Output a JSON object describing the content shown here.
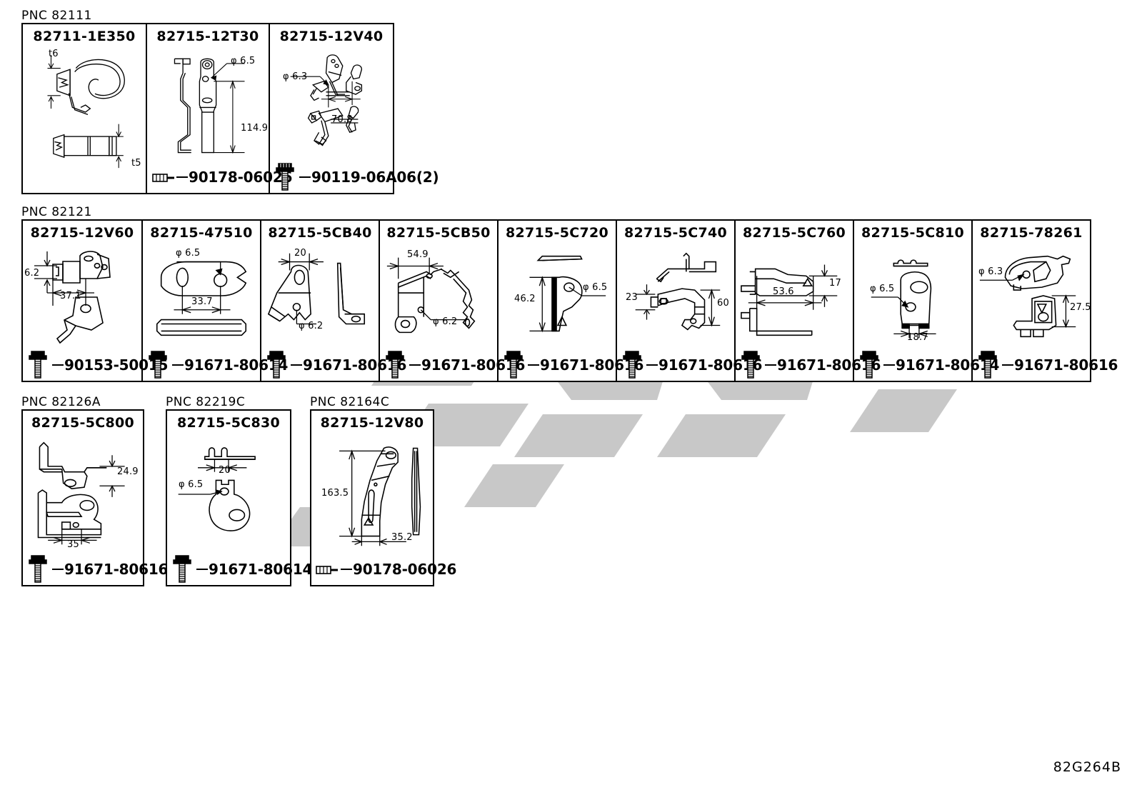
{
  "sheet": {
    "code": "82G264B",
    "watermark_color": "#c8c8c8"
  },
  "groups": [
    {
      "pnc": "PNC 82111",
      "cells": [
        {
          "part_no": "82711-1E350",
          "fastener": null,
          "fastener_icon": null,
          "dims": [
            "t6",
            "t5"
          ]
        },
        {
          "part_no": "82715-12T30",
          "fastener": "90178-06026",
          "fastener_icon": "clip-icon",
          "dims": [
            "φ 6.5",
            "114.9"
          ]
        },
        {
          "part_no": "82715-12V40",
          "fastener": "90119-06A06(2)",
          "fastener_icon": "bolt-icon",
          "dims": [
            "φ 6.3",
            "70.8"
          ]
        }
      ]
    },
    {
      "pnc": "PNC 82121",
      "cells": [
        {
          "part_no": "82715-12V60",
          "fastener": "90153-50015",
          "fastener_icon": "bolt-icon",
          "dims": [
            "6.2",
            "37.1"
          ]
        },
        {
          "part_no": "82715-47510",
          "fastener": "91671-80614",
          "fastener_icon": "bolt-icon",
          "dims": [
            "φ 6.5",
            "33.7"
          ]
        },
        {
          "part_no": "82715-5CB40",
          "fastener": "91671-80616",
          "fastener_icon": "bolt-icon",
          "dims": [
            "20",
            "φ 6.2"
          ]
        },
        {
          "part_no": "82715-5CB50",
          "fastener": "91671-80616",
          "fastener_icon": "bolt-icon",
          "dims": [
            "54.9",
            "φ 6.2"
          ]
        },
        {
          "part_no": "82715-5C720",
          "fastener": "91671-80616",
          "fastener_icon": "bolt-icon",
          "dims": [
            "46.2",
            "φ 6.5"
          ]
        },
        {
          "part_no": "82715-5C740",
          "fastener": "91671-80616",
          "fastener_icon": "bolt-icon",
          "dims": [
            "23",
            "60"
          ]
        },
        {
          "part_no": "82715-5C760",
          "fastener": "91671-80616",
          "fastener_icon": "bolt-icon",
          "dims": [
            "17",
            "53.6"
          ]
        },
        {
          "part_no": "82715-5C810",
          "fastener": "91671-80614",
          "fastener_icon": "bolt-icon",
          "dims": [
            "φ 6.5",
            "18.7"
          ]
        },
        {
          "part_no": "82715-78261",
          "fastener": "91671-80616",
          "fastener_icon": "bolt-icon",
          "dims": [
            "φ 6.3",
            "27.5"
          ]
        }
      ]
    },
    {
      "pnc": "PNC 82126A",
      "cells": [
        {
          "part_no": "82715-5C800",
          "fastener": "91671-80616",
          "fastener_icon": "bolt-icon",
          "dims": [
            "24.9",
            "35"
          ]
        }
      ]
    },
    {
      "pnc": "PNC 82219C",
      "cells": [
        {
          "part_no": "82715-5C830",
          "fastener": "91671-80614",
          "fastener_icon": "bolt-icon",
          "dims": [
            "20",
            "φ 6.5"
          ]
        }
      ]
    },
    {
      "pnc": "PNC 82164C",
      "cells": [
        {
          "part_no": "82715-12V80",
          "fastener": "90178-06026",
          "fastener_icon": "clip-icon",
          "dims": [
            "163.5",
            "35.2"
          ]
        }
      ]
    }
  ]
}
